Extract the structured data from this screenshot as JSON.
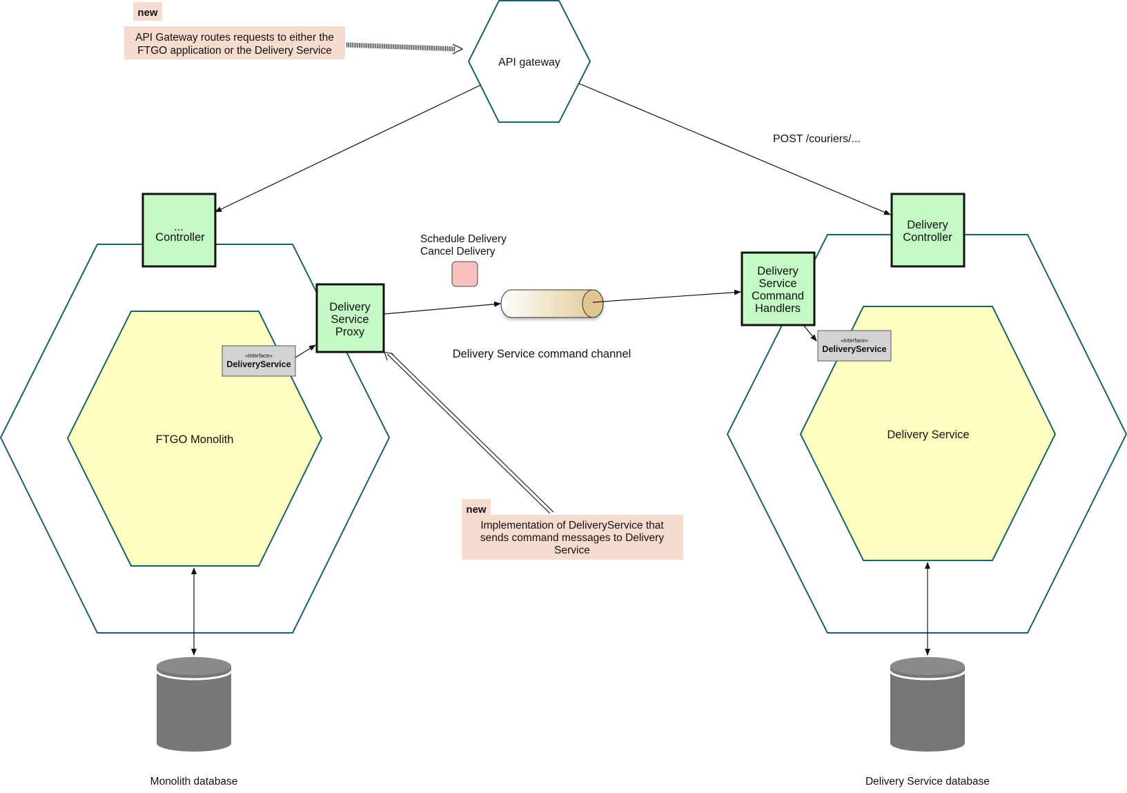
{
  "colors": {
    "hex_stroke": "#17606a",
    "inner_fill": "#fdfec0",
    "component_fill": "#c4f8c4",
    "note_fill": "#f6dcce",
    "interface_fill": "#d3d3d3",
    "database": "#7a7a7a",
    "message": "#f7c0c0"
  },
  "notes": {
    "gateway": {
      "badge": "new",
      "line1": "API Gateway routes requests to either the",
      "line2": "FTGO application or the Delivery Service"
    },
    "proxy": {
      "badge": "new",
      "line1": "Implementation of DeliveryService that",
      "line2": "sends command messages to Delivery",
      "line3": "Service"
    }
  },
  "api_gateway": {
    "label": "API gateway"
  },
  "edge_labels": {
    "post_couriers": "POST /couriers/..."
  },
  "monolith": {
    "controller_line1": "...",
    "controller_line2": "Controller",
    "core_label": "FTGO Monolith",
    "interface": {
      "stereotype": "«interface»",
      "name": "DeliveryService"
    },
    "proxy": {
      "line1": "Delivery",
      "line2": "Service",
      "line3": "Proxy"
    },
    "database_label": "Monolith database"
  },
  "messages": {
    "line1": "Schedule Delivery",
    "line2": "Cancel Delivery"
  },
  "channel": {
    "label": "Delivery Service command channel"
  },
  "delivery": {
    "controller_line1": "Delivery",
    "controller_line2": "Controller",
    "handlers": {
      "line1": "Delivery",
      "line2": "Service",
      "line3": "Command",
      "line4": "Handlers"
    },
    "interface": {
      "stereotype": "«interface»",
      "name": "DeliveryService"
    },
    "core_label": "Delivery Service",
    "database_label": "Delivery Service database"
  }
}
